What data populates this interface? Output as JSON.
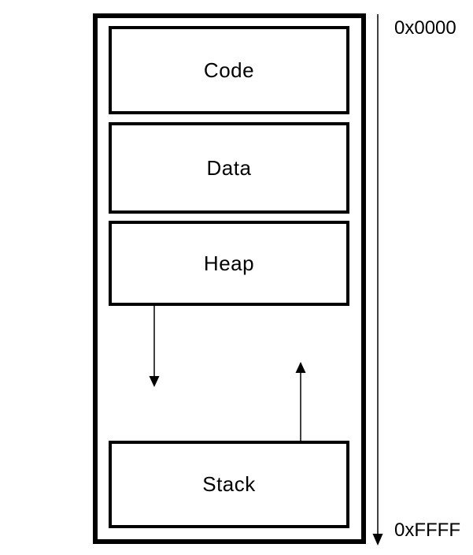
{
  "diagram": {
    "type": "memory-layout",
    "background_color": "#ffffff",
    "line_color": "#000000",
    "segments": [
      {
        "label": "Code"
      },
      {
        "label": "Data"
      },
      {
        "label": "Heap"
      },
      {
        "label": "Stack"
      }
    ],
    "address_labels": {
      "top": "0x0000",
      "bottom": "0xFFFF"
    },
    "arrows": [
      {
        "name": "heap-growth-arrow",
        "direction": "down"
      },
      {
        "name": "stack-growth-arrow",
        "direction": "up"
      },
      {
        "name": "address-axis-arrow",
        "direction": "down"
      }
    ]
  }
}
